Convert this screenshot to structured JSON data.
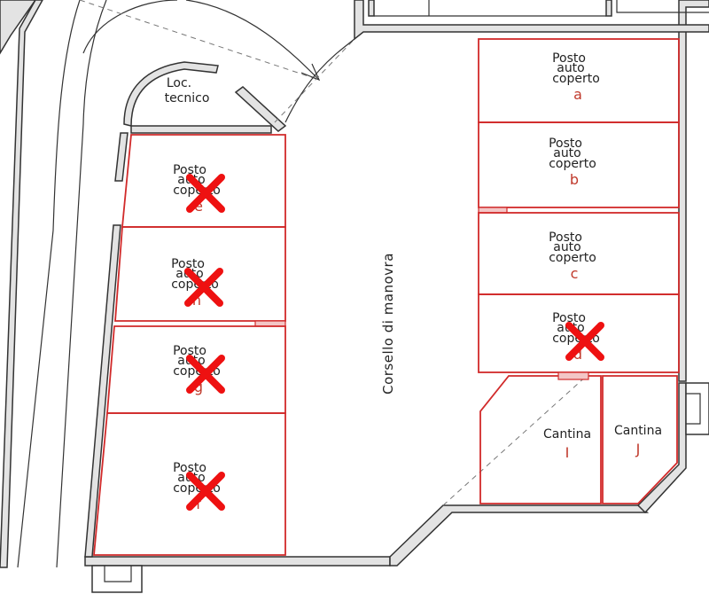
{
  "tech_room": {
    "line1": "Loc.",
    "line2": "tecnico"
  },
  "corridor": {
    "label": "Corsello di manovra"
  },
  "spaces": [
    {
      "id": "a",
      "line1": "Posto",
      "line2": "auto",
      "line3": "coperto",
      "code": "a",
      "sold": false
    },
    {
      "id": "b",
      "line1": "Posto",
      "line2": "auto",
      "line3": "coperto",
      "code": "b",
      "sold": false
    },
    {
      "id": "c",
      "line1": "Posto",
      "line2": "auto",
      "line3": "coperto",
      "code": "c",
      "sold": false
    },
    {
      "id": "d",
      "line1": "Posto",
      "line2": "auto",
      "line3": "coperto",
      "code": "d",
      "sold": true
    },
    {
      "id": "e",
      "line1": "Posto",
      "line2": "auto",
      "line3": "coperto",
      "code": "e",
      "sold": true
    },
    {
      "id": "h",
      "line1": "Posto",
      "line2": "auto",
      "line3": "coperto",
      "code": "h",
      "sold": true
    },
    {
      "id": "g",
      "line1": "Posto",
      "line2": "auto",
      "line3": "coperto",
      "code": "g",
      "sold": true
    },
    {
      "id": "f",
      "line1": "Posto",
      "line2": "auto",
      "line3": "coperto",
      "code": "f",
      "sold": true
    }
  ],
  "cellars": [
    {
      "id": "i",
      "label": "Cantina",
      "code": "I"
    },
    {
      "id": "j",
      "label": "Cantina",
      "code": "J"
    }
  ],
  "colors": {
    "outline": "#d12a2a",
    "cross": "#ee1111",
    "wall": "#333333"
  }
}
